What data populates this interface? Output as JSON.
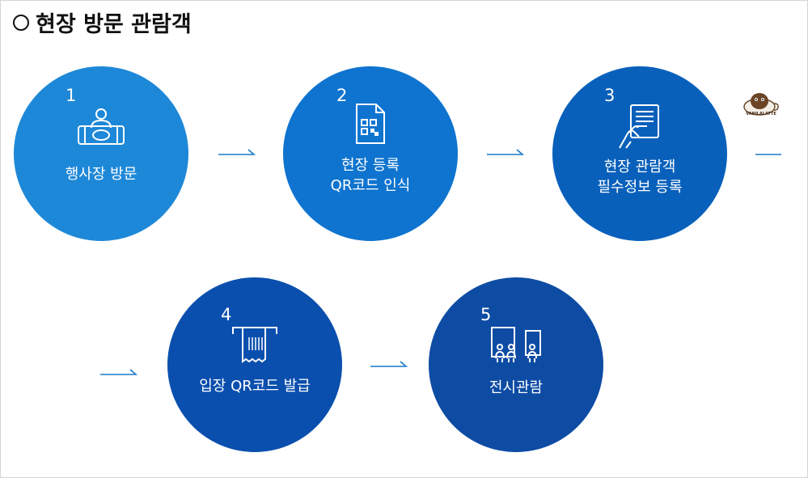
{
  "page": {
    "title": "현장 방문 관람객"
  },
  "colors": {
    "step1": "#1e88d8",
    "step2": "#0f74cf",
    "step3": "#0960bb",
    "step4": "#0b4fae",
    "step5": "#0e4ca4",
    "arrow": "#1c78c8"
  },
  "steps": [
    {
      "number": "1",
      "label": "행사장 방문",
      "icon": "reception-desk-icon"
    },
    {
      "number": "2",
      "label": "현장 등록\nQR코드 인식",
      "icon": "qr-document-icon"
    },
    {
      "number": "3",
      "label": "현장 관람객\n필수정보 등록",
      "icon": "hand-form-icon"
    },
    {
      "number": "4",
      "label": "입장 QR코드 발급",
      "icon": "ticket-print-icon"
    },
    {
      "number": "5",
      "label": "전시관람",
      "icon": "exhibition-viewers-icon"
    }
  ],
  "sticker": {
    "text": "VANILALATTE",
    "icon": "coffee-cup-mascot-icon"
  }
}
